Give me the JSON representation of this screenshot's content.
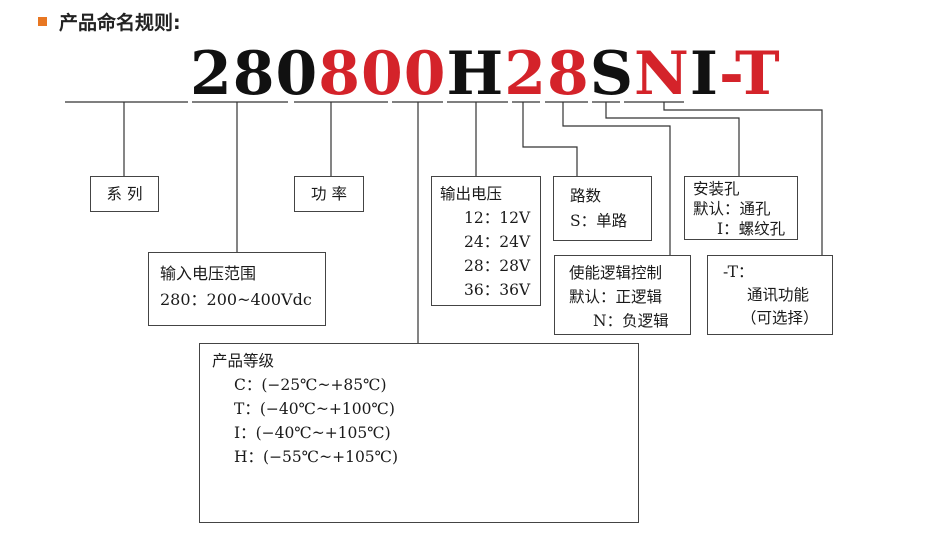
{
  "header": {
    "title": "产品命名规则:",
    "bullet_color": "#e87722"
  },
  "code": {
    "segments": [
      {
        "text": "280",
        "color": "#111111"
      },
      {
        "text": "800",
        "color": "#d4232a"
      },
      {
        "text": "H",
        "color": "#111111"
      },
      {
        "text": "28",
        "color": "#d4232a"
      },
      {
        "text": "S",
        "color": "#111111"
      },
      {
        "text": "N",
        "color": "#d4232a"
      },
      {
        "text": "I",
        "color": "#111111"
      },
      {
        "text": "-T",
        "color": "#d4232a"
      }
    ]
  },
  "boxes": {
    "series": {
      "lines": [
        "系  列"
      ]
    },
    "power": {
      "lines": [
        "功  率"
      ]
    },
    "input_voltage": {
      "lines": [
        "输入电压范围",
        "280：200~400Vdc"
      ]
    },
    "output_voltage": {
      "lines": [
        "输出电压",
        "12：12V",
        "24：24V",
        "28：28V",
        "36：36V"
      ]
    },
    "channels": {
      "lines": [
        "路数",
        "S：单路"
      ]
    },
    "enable_control": {
      "lines": [
        "使能逻辑控制",
        "默认：正逻辑",
        "N：负逻辑"
      ]
    },
    "mount_hole": {
      "lines": [
        "安装孔",
        "默认：通孔",
        "I：螺纹孔"
      ]
    },
    "comm": {
      "lines": [
        "-T：",
        "通讯功能",
        "（可选择）"
      ]
    },
    "grade": {
      "lines": [
        "产品等级",
        "C：(−25℃~+85℃)",
        "T：(−40℃~+100℃)",
        "I：(−40℃~+105℃)",
        "H：(−55℃~+105℃)"
      ]
    }
  }
}
